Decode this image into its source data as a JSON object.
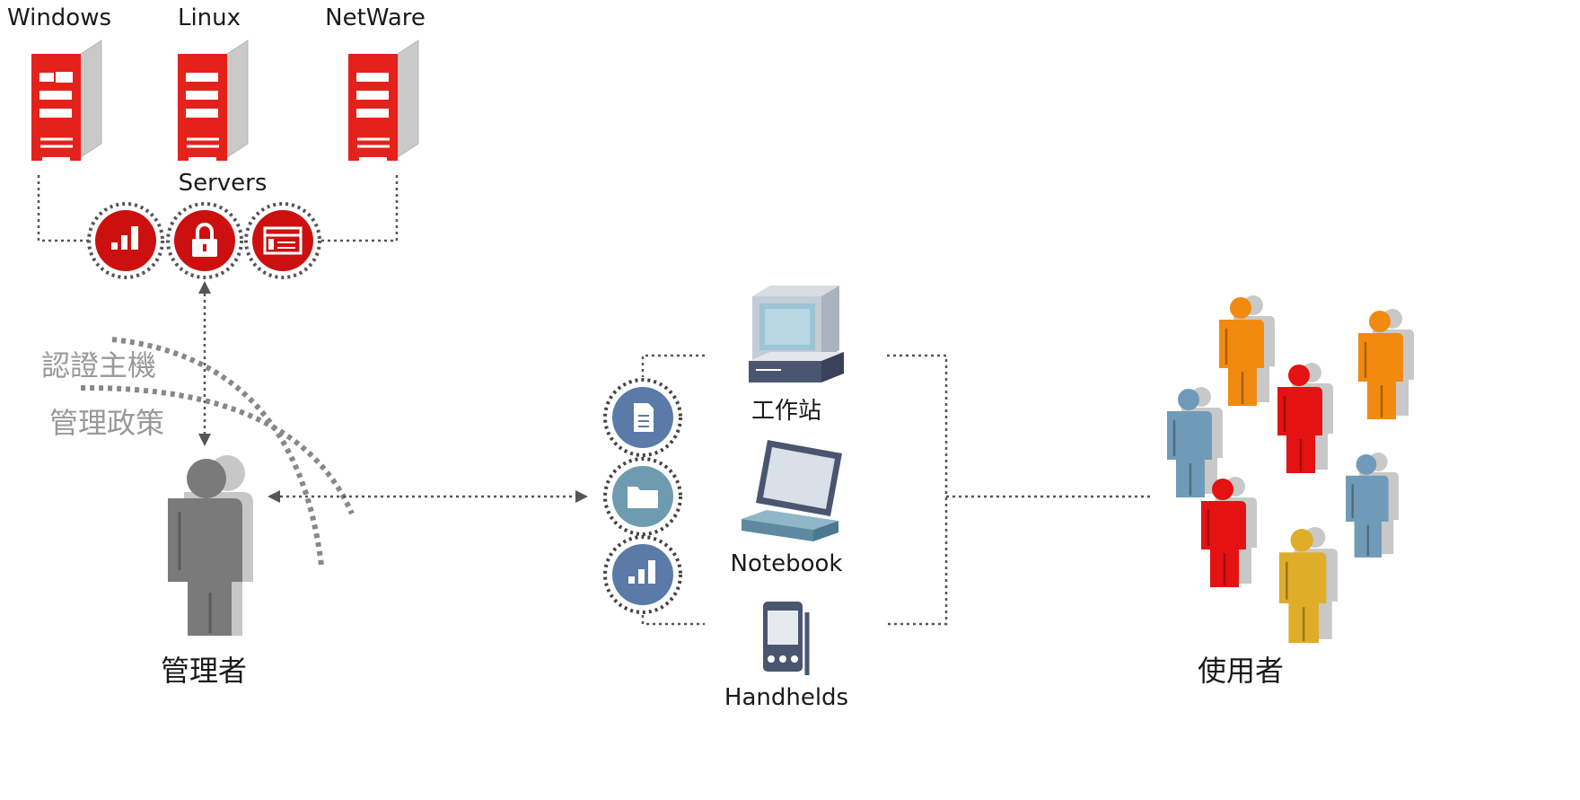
{
  "servers": {
    "labels": [
      "Windows",
      "Linux",
      "NetWare"
    ],
    "group_label": "Servers"
  },
  "admin": {
    "label": "管理者",
    "policy_lines": [
      "認證主機",
      "管理政策"
    ]
  },
  "devices": {
    "workstation": "工作站",
    "notebook": "Notebook",
    "handhelds": "Handhelds"
  },
  "users": {
    "label": "使用者"
  },
  "colors": {
    "server_red": "#e4221c",
    "server_gray": "#c9c9c9",
    "badge_red": "#cc1010",
    "badge_blue": "#5a7aa8",
    "device_blue": "#8fb7c8",
    "admin_gray": "#777777",
    "user_orange": "#f28a10",
    "user_red": "#e41212",
    "user_blue": "#6f9bb8",
    "user_yellow": "#e0ad28",
    "dotted": "#555555"
  }
}
